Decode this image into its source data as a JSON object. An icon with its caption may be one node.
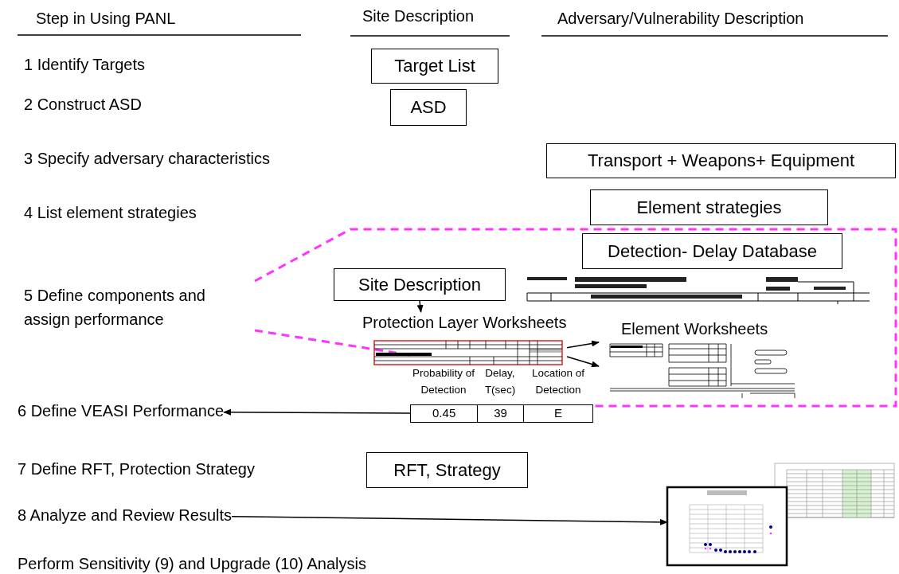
{
  "diagram": {
    "nodes": [
      {
        "text": [
          "Target List"
        ]
      },
      {
        "text": [
          "ASD"
        ]
      },
      {
        "text": [
          "Transport + Weapons+ Equipment"
        ]
      },
      {
        "text": [
          "Element strategies"
        ]
      },
      {
        "text": [],
        "shape": "box"
      },
      {
        "text": [
          "Detection- Delay Database"
        ],
        "in": 4
      },
      {
        "text": [
          "Site Description"
        ],
        "in": 4
      },
      {
        "text": [
          "Protection Layer Worksheets"
        ],
        "in": 4
      },
      {
        "text": [
          "Element Worksheets"
        ],
        "in": 4
      },
      {
        "text": [
          "0.45",
          "39",
          "E"
        ],
        "beside": [
          "Probability of Detection",
          "Delay, T(sec)",
          "Location of Detection"
        ]
      },
      {
        "text": [
          "6 Define VEASI Performance"
        ]
      },
      {
        "text": [
          "8 Analyze and Review Results"
        ]
      },
      {
        "text": [],
        "shape": "picture"
      },
      {
        "text": [
          "RFT, Strategy"
        ]
      }
    ],
    "edges": [
      {
        "from": 6,
        "to": 7,
        "arrow": "to"
      },
      {
        "from": 7,
        "to": 8,
        "arrow": "to"
      },
      {
        "from": 7,
        "to": 8,
        "arrow": "to"
      },
      {
        "from": 9,
        "to": 10,
        "arrow": "to"
      },
      {
        "from": 11,
        "to": 12,
        "arrow": "to"
      }
    ],
    "labels": [
      "Step in Using PANL",
      "Site Description",
      "Adversary/Vulnerability Description",
      "1 Identify Targets",
      "2 Construct ASD",
      "3 Specify adversary characteristics",
      "4 List element strategies",
      "5 Define components and assign performance",
      "7 Define RFT, Protection Strategy",
      "Perform Sensitivity (9) and Upgrade (10) Analysis"
    ]
  }
}
